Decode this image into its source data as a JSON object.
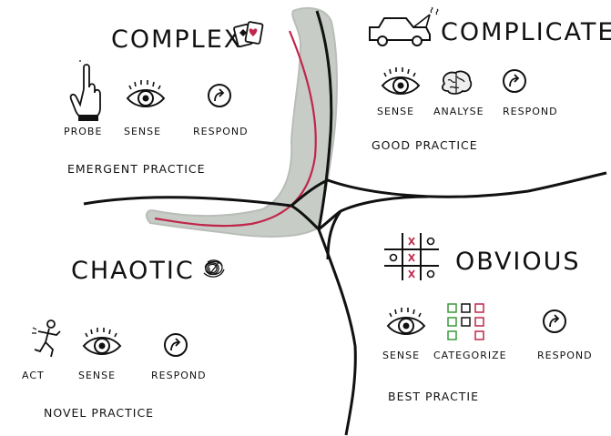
{
  "colors": {
    "ink": "#111111",
    "red": "#c0264a",
    "shade": "#c7ccc7",
    "green": "#3a9a3a"
  },
  "complex": {
    "title": "COMPLEX",
    "steps": [
      "PROBE",
      "SENSE",
      "RESPOND"
    ],
    "practice": "EMERGENT PRACTICE",
    "icons": [
      "cards-icon",
      "pointing-hand-icon",
      "eye-icon",
      "respond-arrow-icon"
    ]
  },
  "complicated": {
    "title": "COMPLICATED",
    "steps": [
      "SENSE",
      "ANALYSE",
      "RESPOND"
    ],
    "practice": "GOOD PRACTICE",
    "icons": [
      "broken-car-icon",
      "eye-icon",
      "brain-icon",
      "respond-arrow-icon"
    ]
  },
  "chaotic": {
    "title": "CHAOTIC",
    "steps": [
      "ACT",
      "SENSE",
      "RESPOND"
    ],
    "practice": "NOVEL PRACTICE",
    "icons": [
      "scribble-icon",
      "running-person-icon",
      "eye-icon",
      "respond-arrow-icon"
    ]
  },
  "obvious": {
    "title": "OBVIOUS",
    "steps": [
      "SENSE",
      "CATEGORIZE",
      "RESPOND"
    ],
    "practice": "BEST PRACTIE",
    "icons": [
      "tic-tac-toe-icon",
      "eye-icon",
      "category-squares-icon",
      "respond-arrow-icon"
    ]
  }
}
